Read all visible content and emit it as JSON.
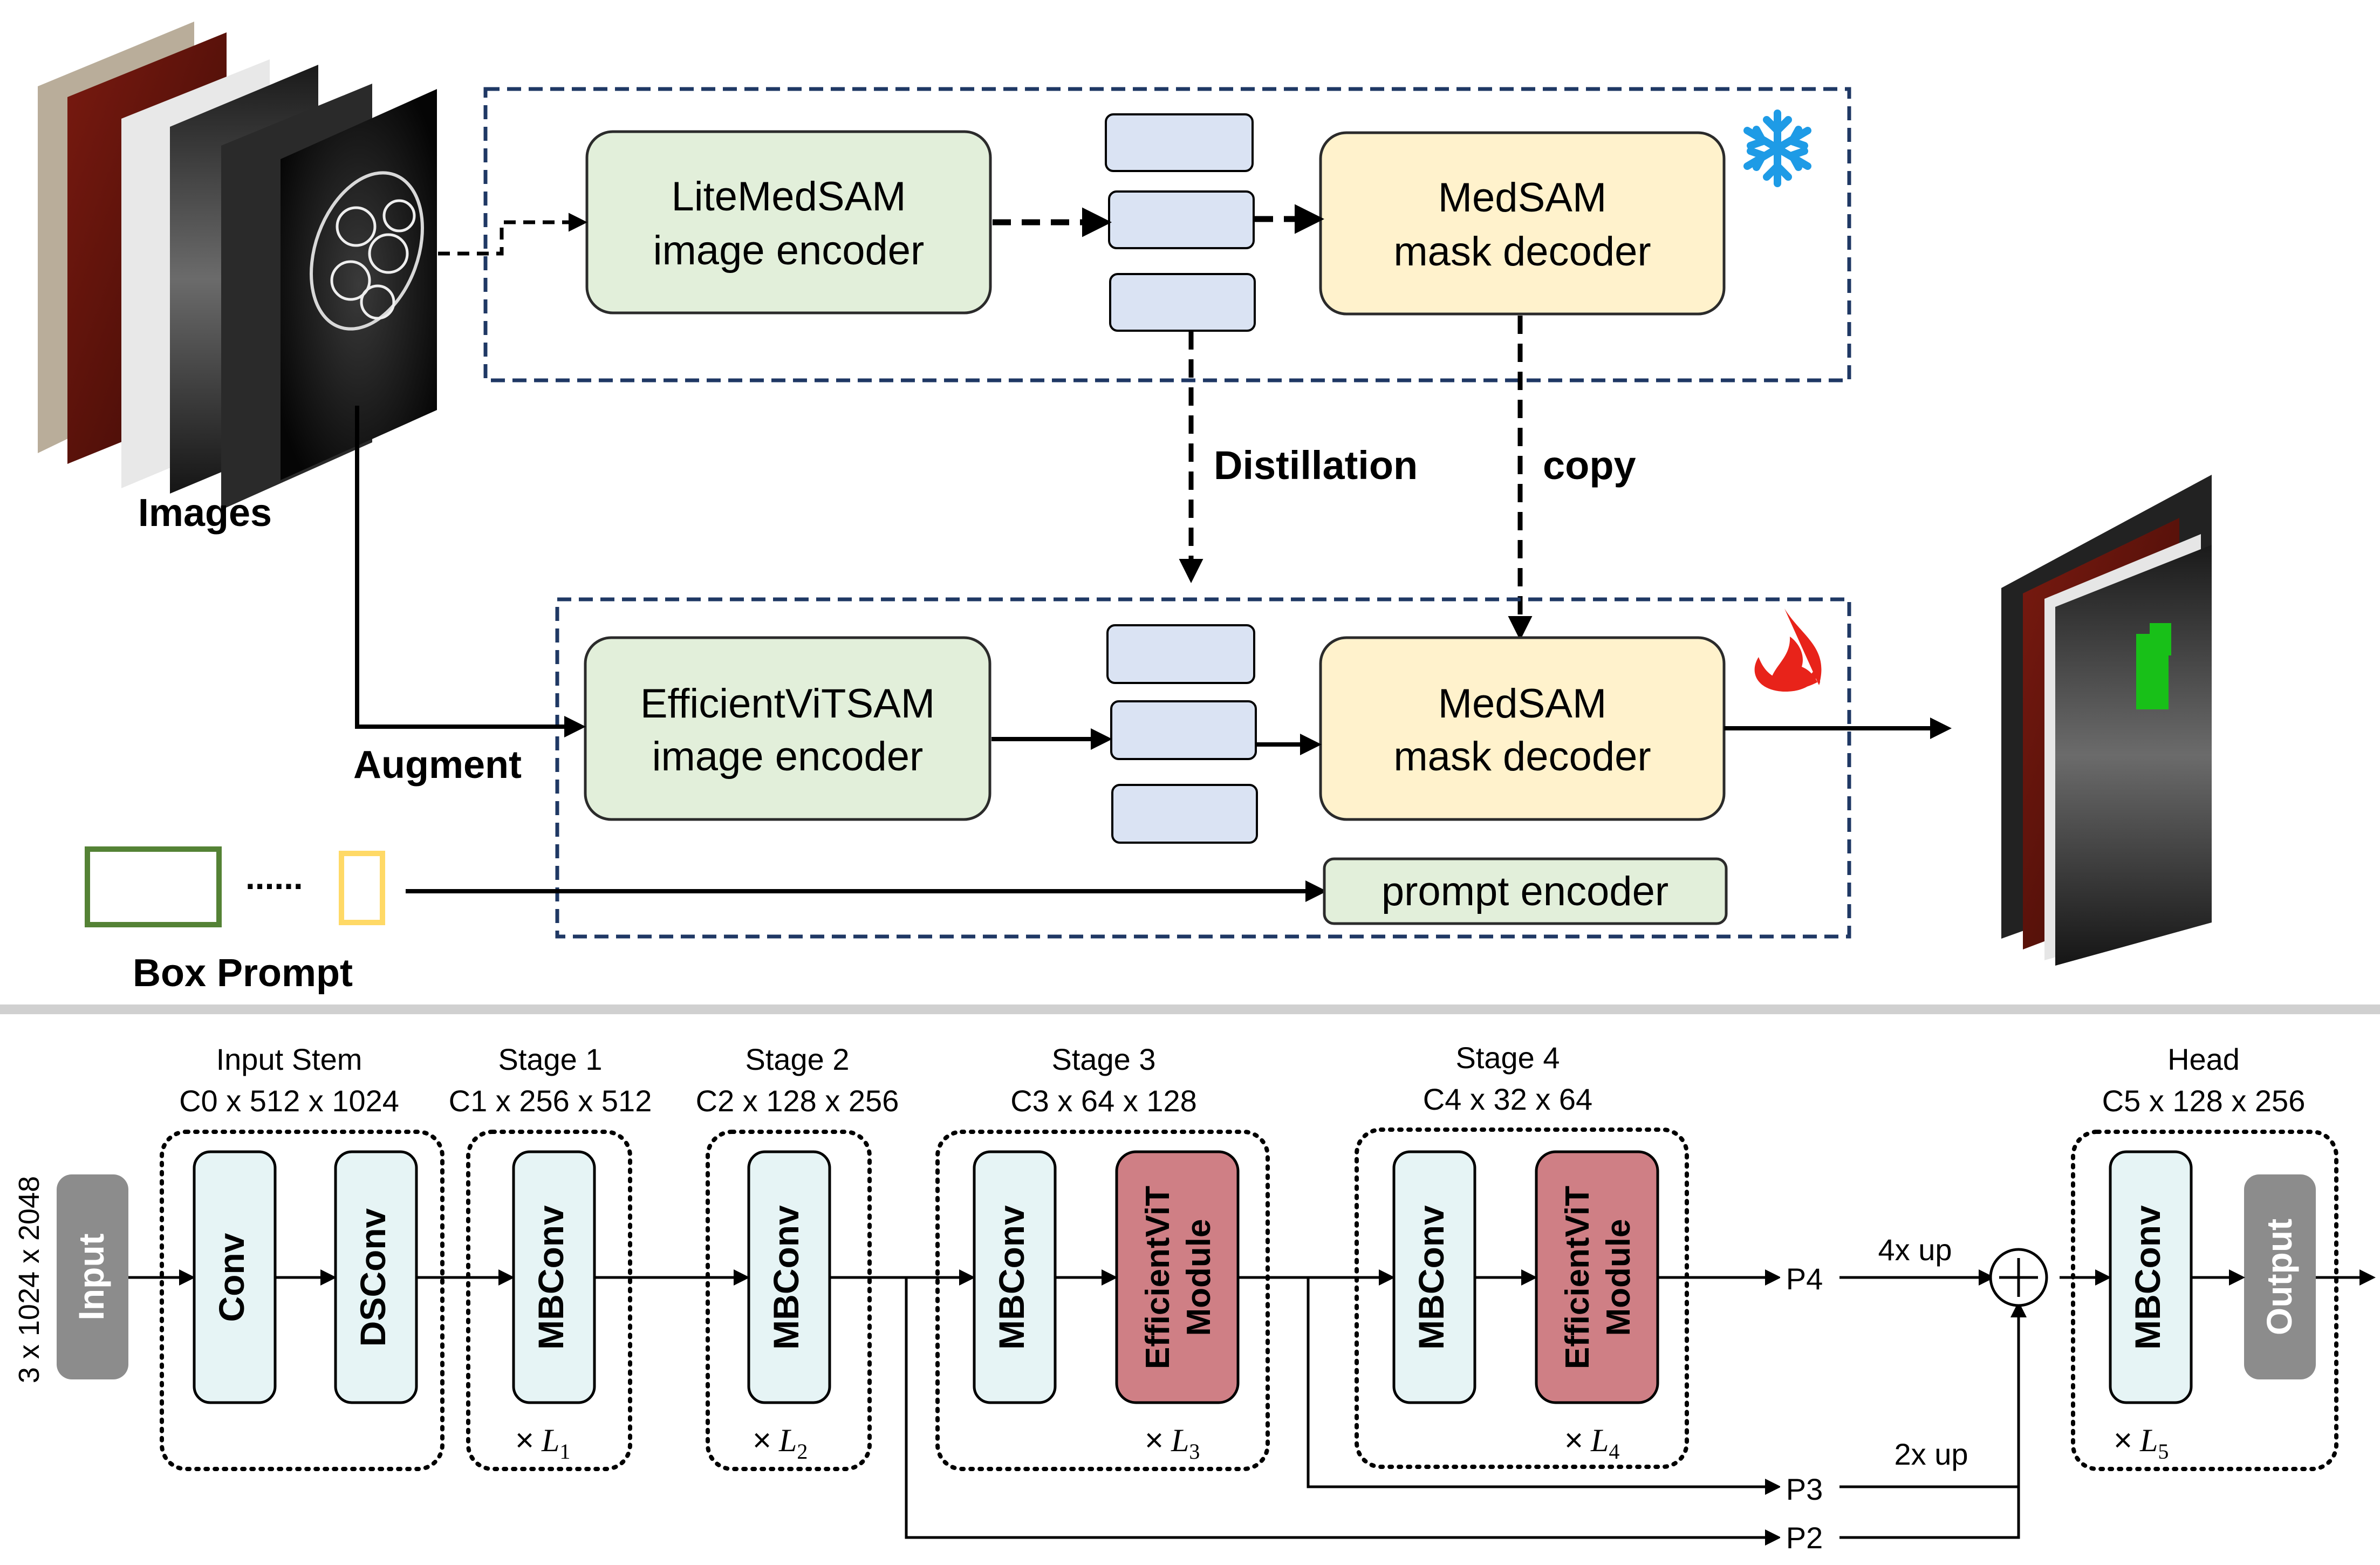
{
  "top": {
    "images_label": "Images",
    "augment_label": "Augment",
    "box_prompt_label": "Box Prompt",
    "box_prompt_dots": "......",
    "teacher": {
      "encoder_line1": "LiteMedSAM",
      "encoder_line2": "image encoder",
      "decoder_line1": "MedSAM",
      "decoder_line2": "mask decoder",
      "frozen_icon": "snowflake-icon"
    },
    "student": {
      "encoder_line1": "EfficientViTSAM",
      "encoder_line2": "image encoder",
      "decoder_line1": "MedSAM",
      "decoder_line2": "mask decoder",
      "prompt_encoder": "prompt encoder",
      "trainable_icon": "flame-icon"
    },
    "distillation_label": "Distillation",
    "copy_label": "copy"
  },
  "bottom": {
    "input_dims": "3 x 1024 x 2048",
    "input_label": "Input",
    "output_label": "Output",
    "stages": [
      {
        "title": "Input Stem",
        "dims": "C0 x 512 x 1024",
        "blocks": [
          "Conv",
          "DSConv"
        ],
        "repeat": ""
      },
      {
        "title": "Stage 1",
        "dims": "C1 x 256 x 512",
        "blocks": [
          "MBConv"
        ],
        "repeat_sub": "1"
      },
      {
        "title": "Stage 2",
        "dims": "C2 x 128 x 256",
        "blocks": [
          "MBConv"
        ],
        "repeat_sub": "2"
      },
      {
        "title": "Stage 3",
        "dims": "C3 x 64 x 128",
        "blocks": [
          "MBConv",
          "EfficientViT Module"
        ],
        "repeat_sub": "3"
      },
      {
        "title": "Stage 4",
        "dims": "C4 x 32 x 64",
        "blocks": [
          "MBConv",
          "EfficientViT Module"
        ],
        "repeat_sub": "4"
      },
      {
        "title": "Head",
        "dims": "C5 x 128 x 256",
        "blocks": [
          "MBConv"
        ],
        "repeat_sub": "5"
      }
    ],
    "evit_line1": "EfficientViT",
    "evit_line2": "Module",
    "p4": "P4",
    "p3": "P3",
    "p2": "P2",
    "up4": "4x up",
    "up2": "2x up",
    "times": "×",
    "L": "L"
  },
  "colors": {
    "green_fill": "#e2efda",
    "green_stroke": "#2b2b2b",
    "yellow_fill": "#fff2cc",
    "blue_fill": "#dae3f3",
    "dashed_border": "#1f3864",
    "block_fill": "#e6f4f5",
    "evit_fill": "#cf7f85",
    "io_fill": "#8c8c8c",
    "green_box": "#548235",
    "yellow_box": "#ffd966",
    "snow": "#1e9be6",
    "flame": "#e8231a"
  }
}
